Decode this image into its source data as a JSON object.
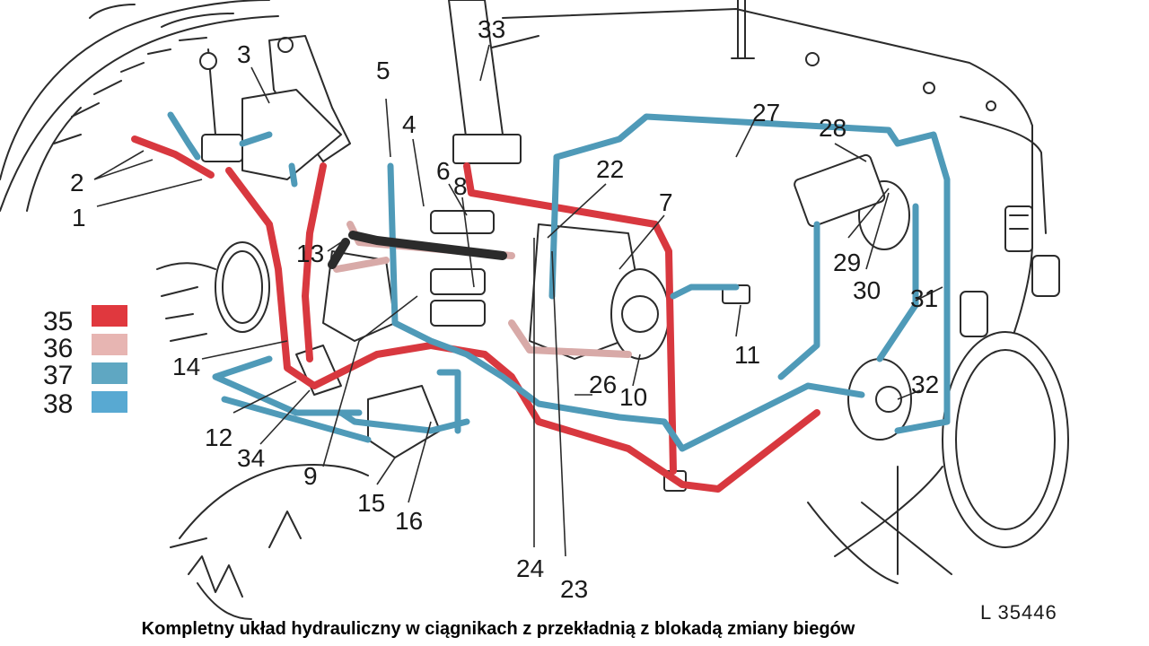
{
  "caption": "Kompletny układ hydrauliczny w ciągnikach z przekładnią z blokadą zmiany biegów",
  "reference_code": "L 35446",
  "legend": [
    {
      "number": "35",
      "color": "#e0383e"
    },
    {
      "number": "36",
      "color": "#e7b5b2"
    },
    {
      "number": "37",
      "color": "#5fa7c2"
    },
    {
      "number": "38",
      "color": "#58a9d2"
    }
  ],
  "callouts": [
    "1",
    "2",
    "3",
    "4",
    "5",
    "6",
    "7",
    "8",
    "9",
    "10",
    "11",
    "12",
    "13",
    "14",
    "15",
    "16",
    "22",
    "23",
    "24",
    "26",
    "27",
    "28",
    "29",
    "30",
    "31",
    "32",
    "33",
    "34"
  ]
}
